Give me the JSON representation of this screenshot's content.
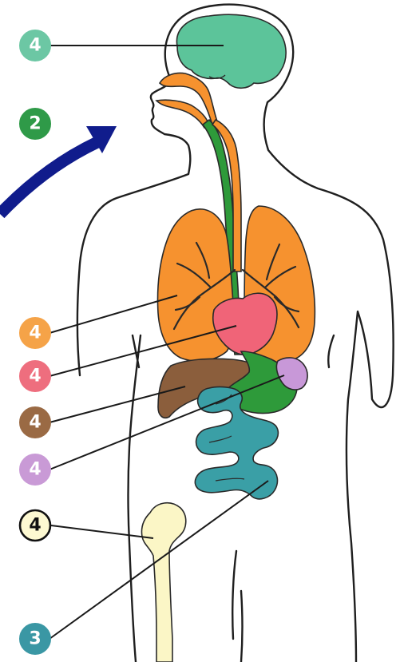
{
  "colors": {
    "brain": "#5cc49a",
    "lung": "#f6922f",
    "heart": "#f06478",
    "liver": "#8b5e3c",
    "stomach": "#2e9a3a",
    "gallbladder": "#c898d8",
    "intestine": "#3a9fa6",
    "bone": "#fbf6c6",
    "airway": "#f6922f",
    "esophagus": "#2e9a3a",
    "arrow": "#101c8c"
  },
  "badges": [
    {
      "label": "4",
      "fill": "#6cc7a4",
      "text_color": "#ffffff",
      "stroke": "#6cc7a4"
    },
    {
      "label": "2",
      "fill": "#2f9a48",
      "text_color": "#ffffff",
      "stroke": "#2f9a48"
    },
    {
      "label": "4",
      "fill": "#f5a348",
      "text_color": "#ffffff",
      "stroke": "#f5a348"
    },
    {
      "label": "4",
      "fill": "#ee6e7e",
      "text_color": "#ffffff",
      "stroke": "#ee6e7e"
    },
    {
      "label": "4",
      "fill": "#9a6a44",
      "text_color": "#ffffff",
      "stroke": "#9a6a44"
    },
    {
      "label": "4",
      "fill": "#c99ad6",
      "text_color": "#ffffff",
      "stroke": "#c99ad6"
    },
    {
      "label": "4",
      "fill": "#fdf9d2",
      "text_color": "#111111",
      "stroke": "#111111"
    },
    {
      "label": "3",
      "fill": "#3a97a4",
      "text_color": "#ffffff",
      "stroke": "#3a97a4"
    }
  ]
}
